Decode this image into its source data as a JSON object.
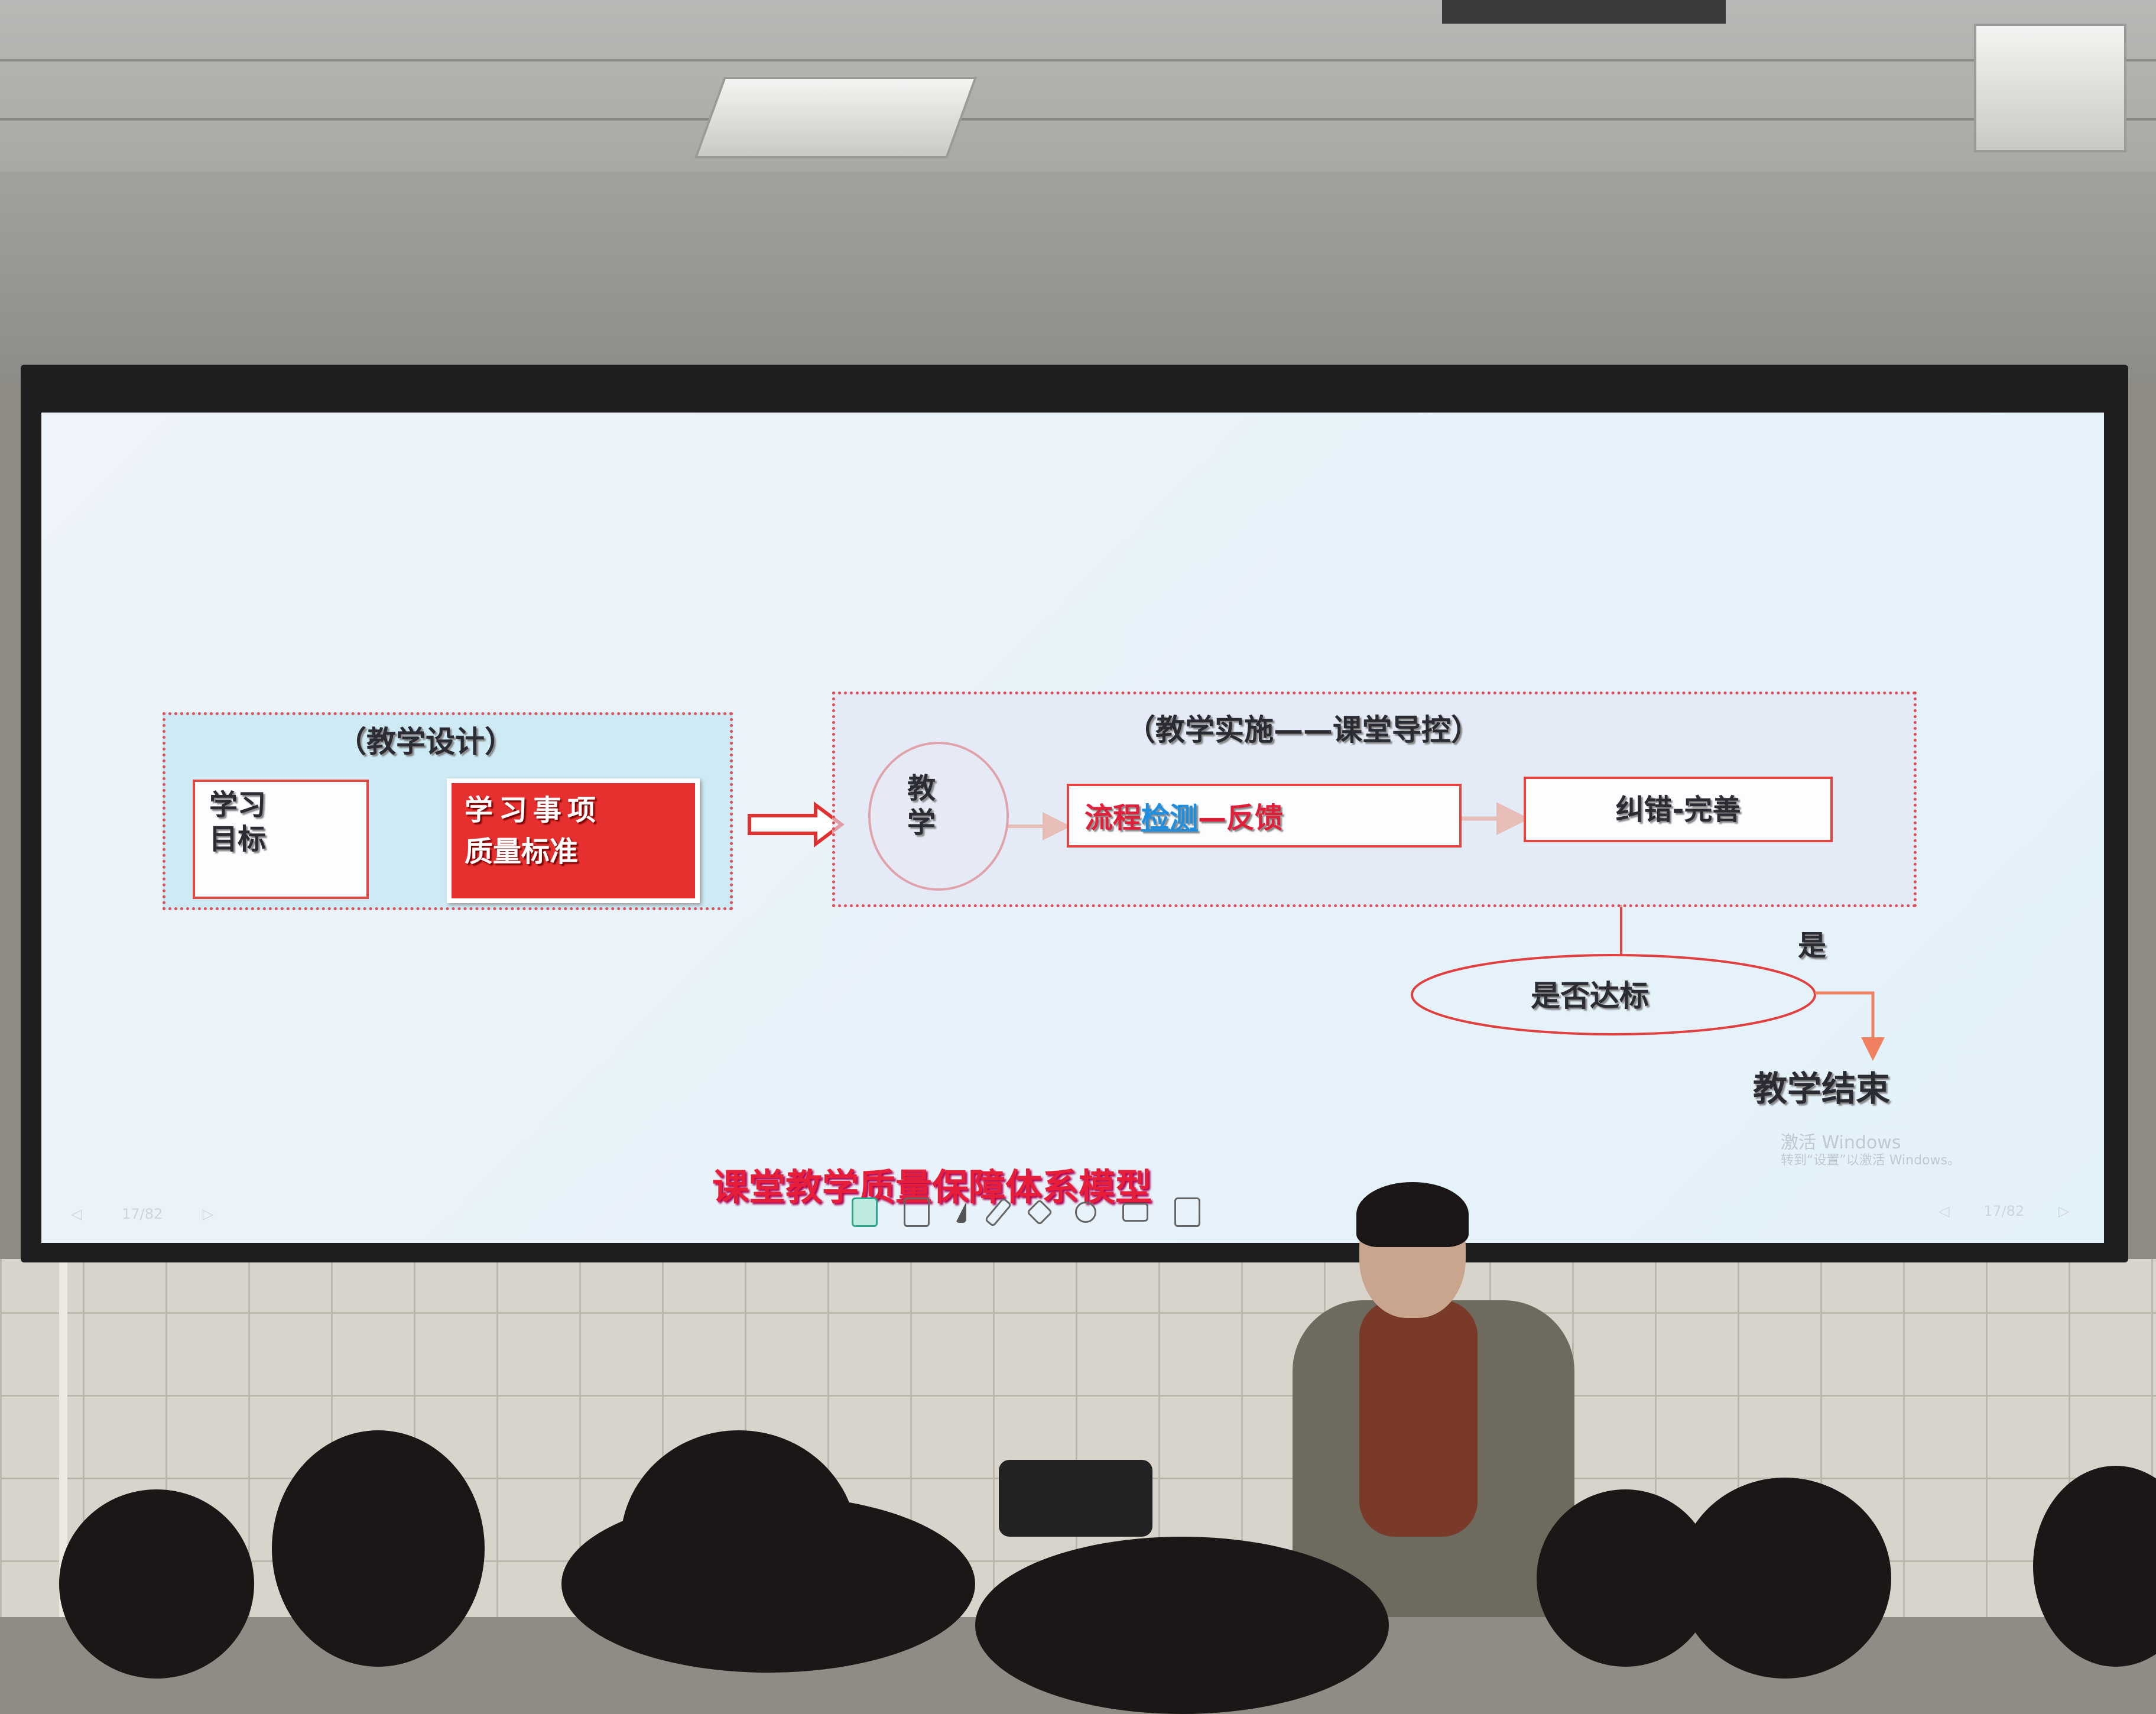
{
  "slide": {
    "title": "课堂教学质量保障体系模型",
    "design_section": {
      "heading": "（教学设计）",
      "learning_goal": [
        "学习",
        "目标"
      ],
      "quality_standard": [
        "学习事项",
        "质量标准"
      ]
    },
    "implementation_section": {
      "heading": "（教学实施——课堂导控）",
      "teaching": [
        "教",
        "学"
      ],
      "process_check": {
        "part1": "流程",
        "part2": "检测",
        "part3": "—反馈"
      },
      "correction": "纠错-完善"
    },
    "decision": "是否达标",
    "yes_label": "是",
    "end": "教学结束",
    "watermark": {
      "line1": "激活 Windows",
      "line2": "转到“设置”以激活 Windows。"
    },
    "page_indicator_left": "17/82",
    "page_indicator_right": "17/82"
  },
  "toolbar": {
    "icons": [
      "home-icon",
      "grid-icon",
      "pointer-icon",
      "pen-icon",
      "eraser-icon",
      "magnifier-icon",
      "whiteboard-icon",
      "presentation-icon"
    ]
  },
  "colors": {
    "accent_red": "#e6302f",
    "blue_text": "#1e8fe0",
    "slide_bg": "#e6f2fa",
    "left_box_bg": "#cdeaf5",
    "right_box_bg": "#e6ebf5"
  }
}
